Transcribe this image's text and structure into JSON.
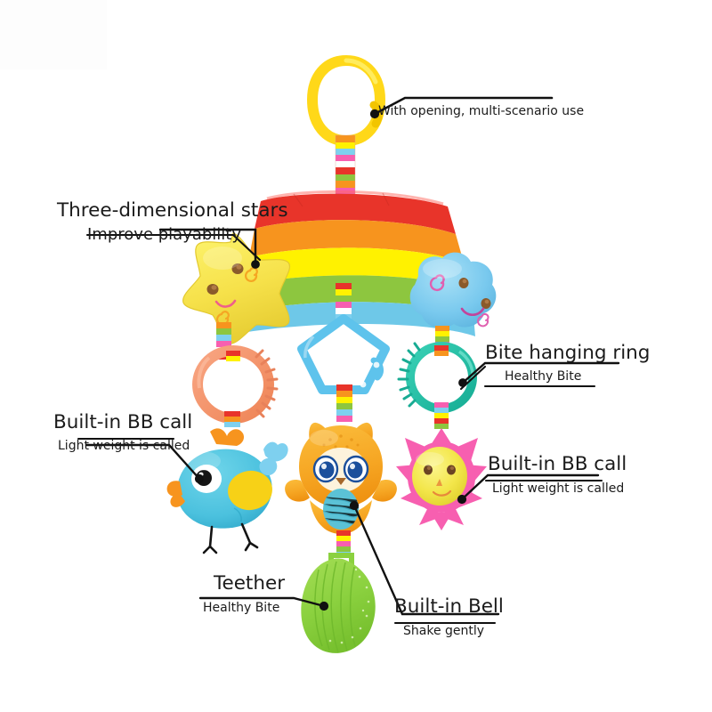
{
  "page": {
    "kind": "product-annotation-image",
    "subject": "Baby stroller hanging rainbow plush toy with clip, star, cloud, rings, bird, fox, sun flower and leaf teether",
    "background_color": "#ffffff",
    "annotation_color": "#111111"
  },
  "callouts": [
    {
      "id": "opening",
      "title": "With opening, multi-scenario use",
      "sub": "",
      "points_to": "yellow-carabiner-clip"
    },
    {
      "id": "stars",
      "title": "Three-dimensional stars",
      "sub": "Improve playability",
      "points_to": "yellow-star-plush"
    },
    {
      "id": "bite-ring",
      "title": "Bite hanging ring",
      "sub": "Healthy Bite",
      "points_to": "teal-teething-ring"
    },
    {
      "id": "bb-call-left",
      "title": "Built-in BB call",
      "sub": "Light weight is called",
      "points_to": "blue-bird-plush"
    },
    {
      "id": "bb-call-right",
      "title": "Built-in BB call",
      "sub": "Light weight is called",
      "points_to": "pink-sun-flower-plush"
    },
    {
      "id": "teether",
      "title": "Teether",
      "sub": "Healthy Bite",
      "points_to": "green-leaf-teether"
    },
    {
      "id": "bell",
      "title": "Built-in Bell",
      "sub": "Shake gently",
      "points_to": "orange-fox-plush"
    }
  ],
  "parts": {
    "clip": {
      "name": "yellow-carabiner-clip",
      "color": "#ffd819"
    },
    "rainbow": {
      "name": "rainbow-arch-plush",
      "bands": [
        "#e8342a",
        "#f7941e",
        "#fff200",
        "#8dc63f",
        "#6ec8e8"
      ]
    },
    "star": {
      "name": "yellow-star-plush",
      "color": "#f9e64b",
      "eye_color": "#8a5a2b",
      "mouth_color": "#f06292",
      "cheek_color": "#f5a623"
    },
    "cloud": {
      "name": "blue-cloud-plush",
      "color": "#7ecbee",
      "eye_color": "#8a5a2b",
      "mouth_color": "#c2449b",
      "cheek_color": "#e060b0"
    },
    "ring_left": {
      "name": "orange-teething-ring",
      "color": "#f4936a"
    },
    "ring_right": {
      "name": "teal-teething-ring",
      "color": "#22bfa5"
    },
    "clip_diamond": {
      "name": "blue-diamond-clip",
      "color": "#5ec3ec"
    },
    "bird": {
      "name": "blue-bird-plush",
      "body_color": "#4ec3e0",
      "crest_color": "#f7941e",
      "wing_color": "#f7d117",
      "leg_color": "#1a1a1a"
    },
    "fox": {
      "name": "orange-fox-plush",
      "body_color": "#f6a623",
      "face_color": "#fdf3dc",
      "eye_color": "#1b4f9c",
      "belly_color": "#5bc2d6"
    },
    "sun": {
      "name": "pink-sun-flower-plush",
      "petal_color": "#f75fb0",
      "face_color": "#f4e84a",
      "eye_color": "#6b4423",
      "mouth_color": "#e8883a"
    },
    "leaf": {
      "name": "green-leaf-teether",
      "color": "#8bd13f"
    },
    "ribbon": {
      "name": "striped-ribbon-strap",
      "colors": [
        "#e8342a",
        "#f7941e",
        "#fff200",
        "#8dc63f",
        "#6ec8e8",
        "#f75fb0",
        "#ffffff"
      ]
    }
  }
}
